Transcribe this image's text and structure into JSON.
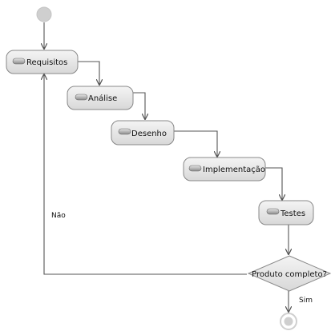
{
  "diagram": {
    "activities": [
      {
        "id": "requisitos",
        "label": "Requisitos"
      },
      {
        "id": "analise",
        "label": "Análise"
      },
      {
        "id": "desenho",
        "label": "Desenho"
      },
      {
        "id": "implementacao",
        "label": "Implementação"
      },
      {
        "id": "testes",
        "label": "Testes"
      }
    ],
    "decision": {
      "label": "Produto completo?"
    },
    "edge_labels": {
      "no": "Não",
      "yes": "Sim"
    }
  }
}
